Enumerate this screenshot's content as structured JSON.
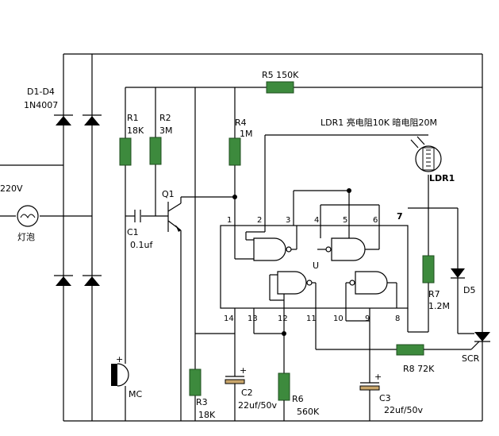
{
  "labels": {
    "d1d4": "D1-D4",
    "diode_part": "1N4007",
    "v220": "220V",
    "lamp": "灯泡",
    "r1": "R1",
    "r1_val": "18K",
    "r2": "R2",
    "r2_val": "3M",
    "r4": "R4",
    "r4_val": "1M",
    "r5": "R5 150K",
    "ldr_note": "LDR1 亮电阻10K 暗电阻20M",
    "ldr1": "LDR1",
    "q1": "Q1",
    "c1": "C1",
    "c1_val": "0.1uf",
    "u": "U",
    "r7": "R7",
    "r7_val": "1.2M",
    "d5": "D5",
    "r8": "R8 72K",
    "scr": "SCR",
    "mc": "MC",
    "plus": "+",
    "r3": "R3",
    "r3_val": "18K",
    "c2": "C2",
    "c2_val": "22uf/50v",
    "r6": "R6",
    "r6_val": "560K",
    "c3": "C3",
    "c3_val": "22uf/50v"
  },
  "pins": {
    "p1": "1",
    "p2": "2",
    "p3": "3",
    "p4": "4",
    "p5": "5",
    "p6": "6",
    "p7": "7",
    "p8": "8",
    "p9": "9",
    "p10": "10",
    "p11": "11",
    "p12": "12",
    "p13": "13",
    "p14": "14"
  }
}
